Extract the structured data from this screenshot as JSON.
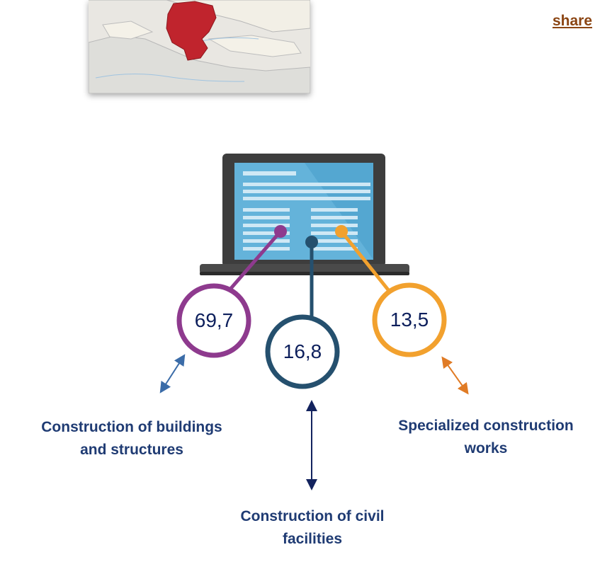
{
  "header": {
    "link_text": "share"
  },
  "map": {
    "icon": "region-map",
    "highlight_color": "#c0242d"
  },
  "chart_data": {
    "type": "pie",
    "title": "",
    "unit": "",
    "slices": [
      {
        "label": "Construction of buildings and structures",
        "value": 69.7,
        "display": "69,7",
        "color": "#8e3a8e"
      },
      {
        "label": "Construction of civil facilities",
        "value": 16.8,
        "display": "16,8",
        "color": "#25506e"
      },
      {
        "label": "Specialized construction works",
        "value": 13.5,
        "display": "13,5",
        "color": "#f2a12e"
      }
    ]
  },
  "captions": {
    "buildings": [
      "Construction of buildings",
      "and structures"
    ],
    "civil": [
      "Construction of civil",
      "facilities"
    ],
    "specialized": [
      "Specialized construction",
      "works"
    ]
  },
  "laptop": {
    "icon": "laptop-icon",
    "screen_color": "#5aaed6",
    "frame_color": "#3d3d3d"
  }
}
